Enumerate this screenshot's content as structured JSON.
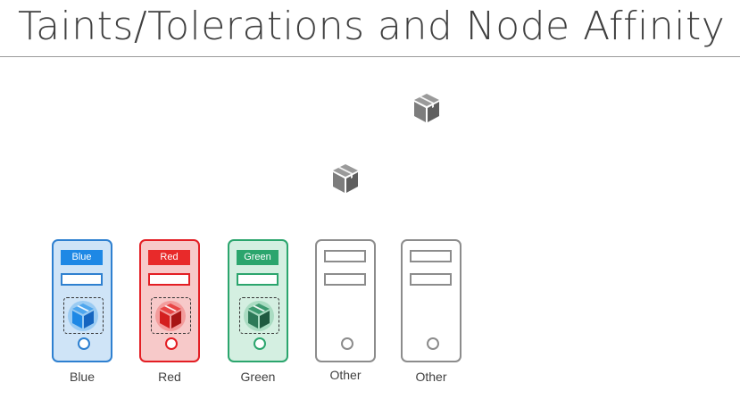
{
  "slide": {
    "title": "Taints/Tolerations and Node Affinity"
  },
  "pods": [
    {
      "name": "pod-top",
      "color": "#7f7f7f"
    },
    {
      "name": "pod-middle",
      "color": "#7f7f7f"
    }
  ],
  "nodes": [
    {
      "tag": "Blue",
      "label": "Blue",
      "color": "#2e80d0",
      "pod_color": "#2b8ee0"
    },
    {
      "tag": "Red",
      "label": "Red",
      "color": "#e31e24",
      "pod_color": "#d41f1f"
    },
    {
      "tag": "Green",
      "label": "Green",
      "color": "#2ba56d",
      "pod_color": "#2d7a58"
    },
    {
      "tag": "",
      "label": "Other",
      "color": "#8c8c8c"
    },
    {
      "tag": "",
      "label": "Other",
      "color": "#8c8c8c"
    }
  ],
  "icons": {
    "pod": "cube-icon",
    "power": "power-button-icon"
  }
}
